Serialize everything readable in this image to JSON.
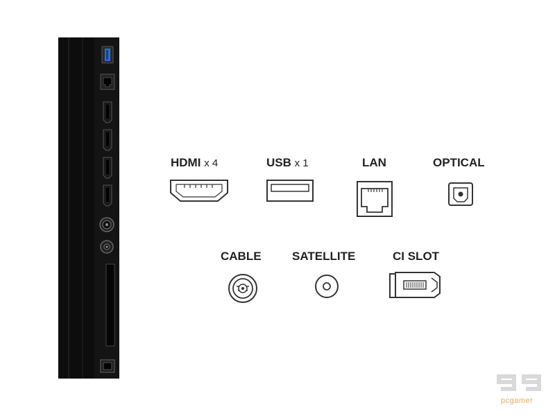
{
  "labels": {
    "hdmi": {
      "name": "HDMI",
      "mult": "x 4"
    },
    "usb": {
      "name": "USB",
      "mult": "x 1"
    },
    "lan": {
      "name": "LAN"
    },
    "optical": {
      "name": "OPTICAL"
    },
    "cable": {
      "name": "CABLE"
    },
    "satellite": {
      "name": "SATELLITE"
    },
    "ci_slot": {
      "name": "CI SLOT"
    }
  },
  "watermark": {
    "text": "pcgamer"
  },
  "colors": {
    "panel": "#0d0d0d",
    "label": "#222222",
    "usb_blue": "#2f6fd6",
    "watermark": "#f2a55b"
  },
  "icons": [
    "hdmi-port-icon",
    "usb-port-icon",
    "lan-port-icon",
    "optical-port-icon",
    "cable-port-icon",
    "satellite-port-icon",
    "ci-slot-icon"
  ]
}
